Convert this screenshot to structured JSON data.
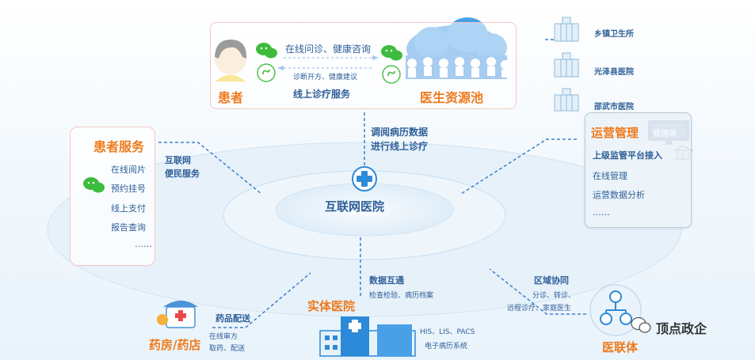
{
  "top": {
    "patient_label": "患者",
    "doctor_pool_label": "医生资源池",
    "arrow_top_text": "在线问诊、健康咨询",
    "arrow_bottom_text": "诊断开方、健康建议",
    "service_label": "线上诊疗服务"
  },
  "hospitals": [
    "乡镇卫生所",
    "光泽县医院",
    "邵武市医院"
  ],
  "center": {
    "title": "互联网医院",
    "up_line1": "调阅病历数据",
    "up_line2": "进行线上诊疗"
  },
  "patient_services": {
    "title": "患者服务",
    "items": [
      "在线阅片",
      "预约挂号",
      "线上支付",
      "报告查询",
      "……"
    ],
    "link_line1": "互联网",
    "link_line2": "便民服务"
  },
  "operations": {
    "title": "运营管理",
    "badge": "管理端",
    "subtitle": "上级监管平台接入",
    "items": [
      "在线管理",
      "运营数据分析",
      "……"
    ]
  },
  "pharmacy": {
    "label": "药房/药店",
    "link_title": "药品配送",
    "link_line1": "在线审方",
    "link_line2": "取药、配送"
  },
  "physical_hospital": {
    "label": "实体医院",
    "link_title": "数据互通",
    "link_sub": "检查检验、病历档案",
    "sys_line1": "HIS、LIS、PACS",
    "sys_line2": "电子病历系统"
  },
  "alliance": {
    "label": "医联体",
    "link_title": "区域协同",
    "link_line1": "分诊、转诊、",
    "link_line2": "远程诊疗、家庭医生"
  },
  "watermark": "顶点政企",
  "colors": {
    "blue": "#2f5f98",
    "orange": "#f07a1c",
    "accent": "#2c8ad8"
  }
}
